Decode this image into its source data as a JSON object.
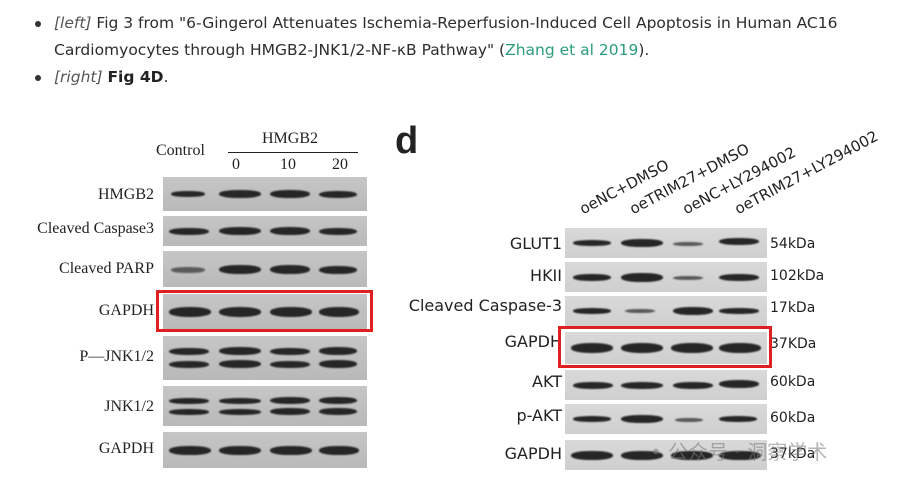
{
  "bullets": [
    {
      "tag": "[left]",
      "text": " Fig 3 from \"6-Gingerol Attenuates Ischemia-Reperfusion-Induced Cell Apoptosis in Human AC16 Cardiomyocytes through HMGB2-JNK1/2-NF-κB Pathway\" (",
      "cite": "Zhang et al 2019",
      "tail": ")."
    },
    {
      "tag": "[right]",
      "bold": "Fig 4D",
      "tail": "."
    }
  ],
  "left_panel": {
    "control_label": "Control",
    "group_label": "HMGB2",
    "doses": [
      "0",
      "10",
      "20"
    ],
    "rows": [
      "HMGB2",
      "Cleaved Caspase3",
      "Cleaved PARP",
      "GAPDH",
      "P—JNK1/2",
      "JNK1/2",
      "GAPDH"
    ]
  },
  "right_panel": {
    "panel_letter": "d",
    "columns": [
      "oeNC+DMSO",
      "oeTRIM27+DMSO",
      "oeNC+LY294002",
      "oeTRIM27+LY294002"
    ],
    "rows": [
      {
        "label": "GLUT1",
        "kda": "54kDa"
      },
      {
        "label": "HKII",
        "kda": "102kDa"
      },
      {
        "label": "Cleaved Caspase-3",
        "kda": "17kDa"
      },
      {
        "label": "GAPDH",
        "kda": "37KDa"
      },
      {
        "label": "AKT",
        "kda": "60kDa"
      },
      {
        "label": "p-AKT",
        "kda": "60kDa"
      },
      {
        "label": "GAPDH",
        "kda": "37kDa"
      }
    ]
  },
  "watermark": "• 公众号 · 洞察学术",
  "highlight_color": "#e02020"
}
